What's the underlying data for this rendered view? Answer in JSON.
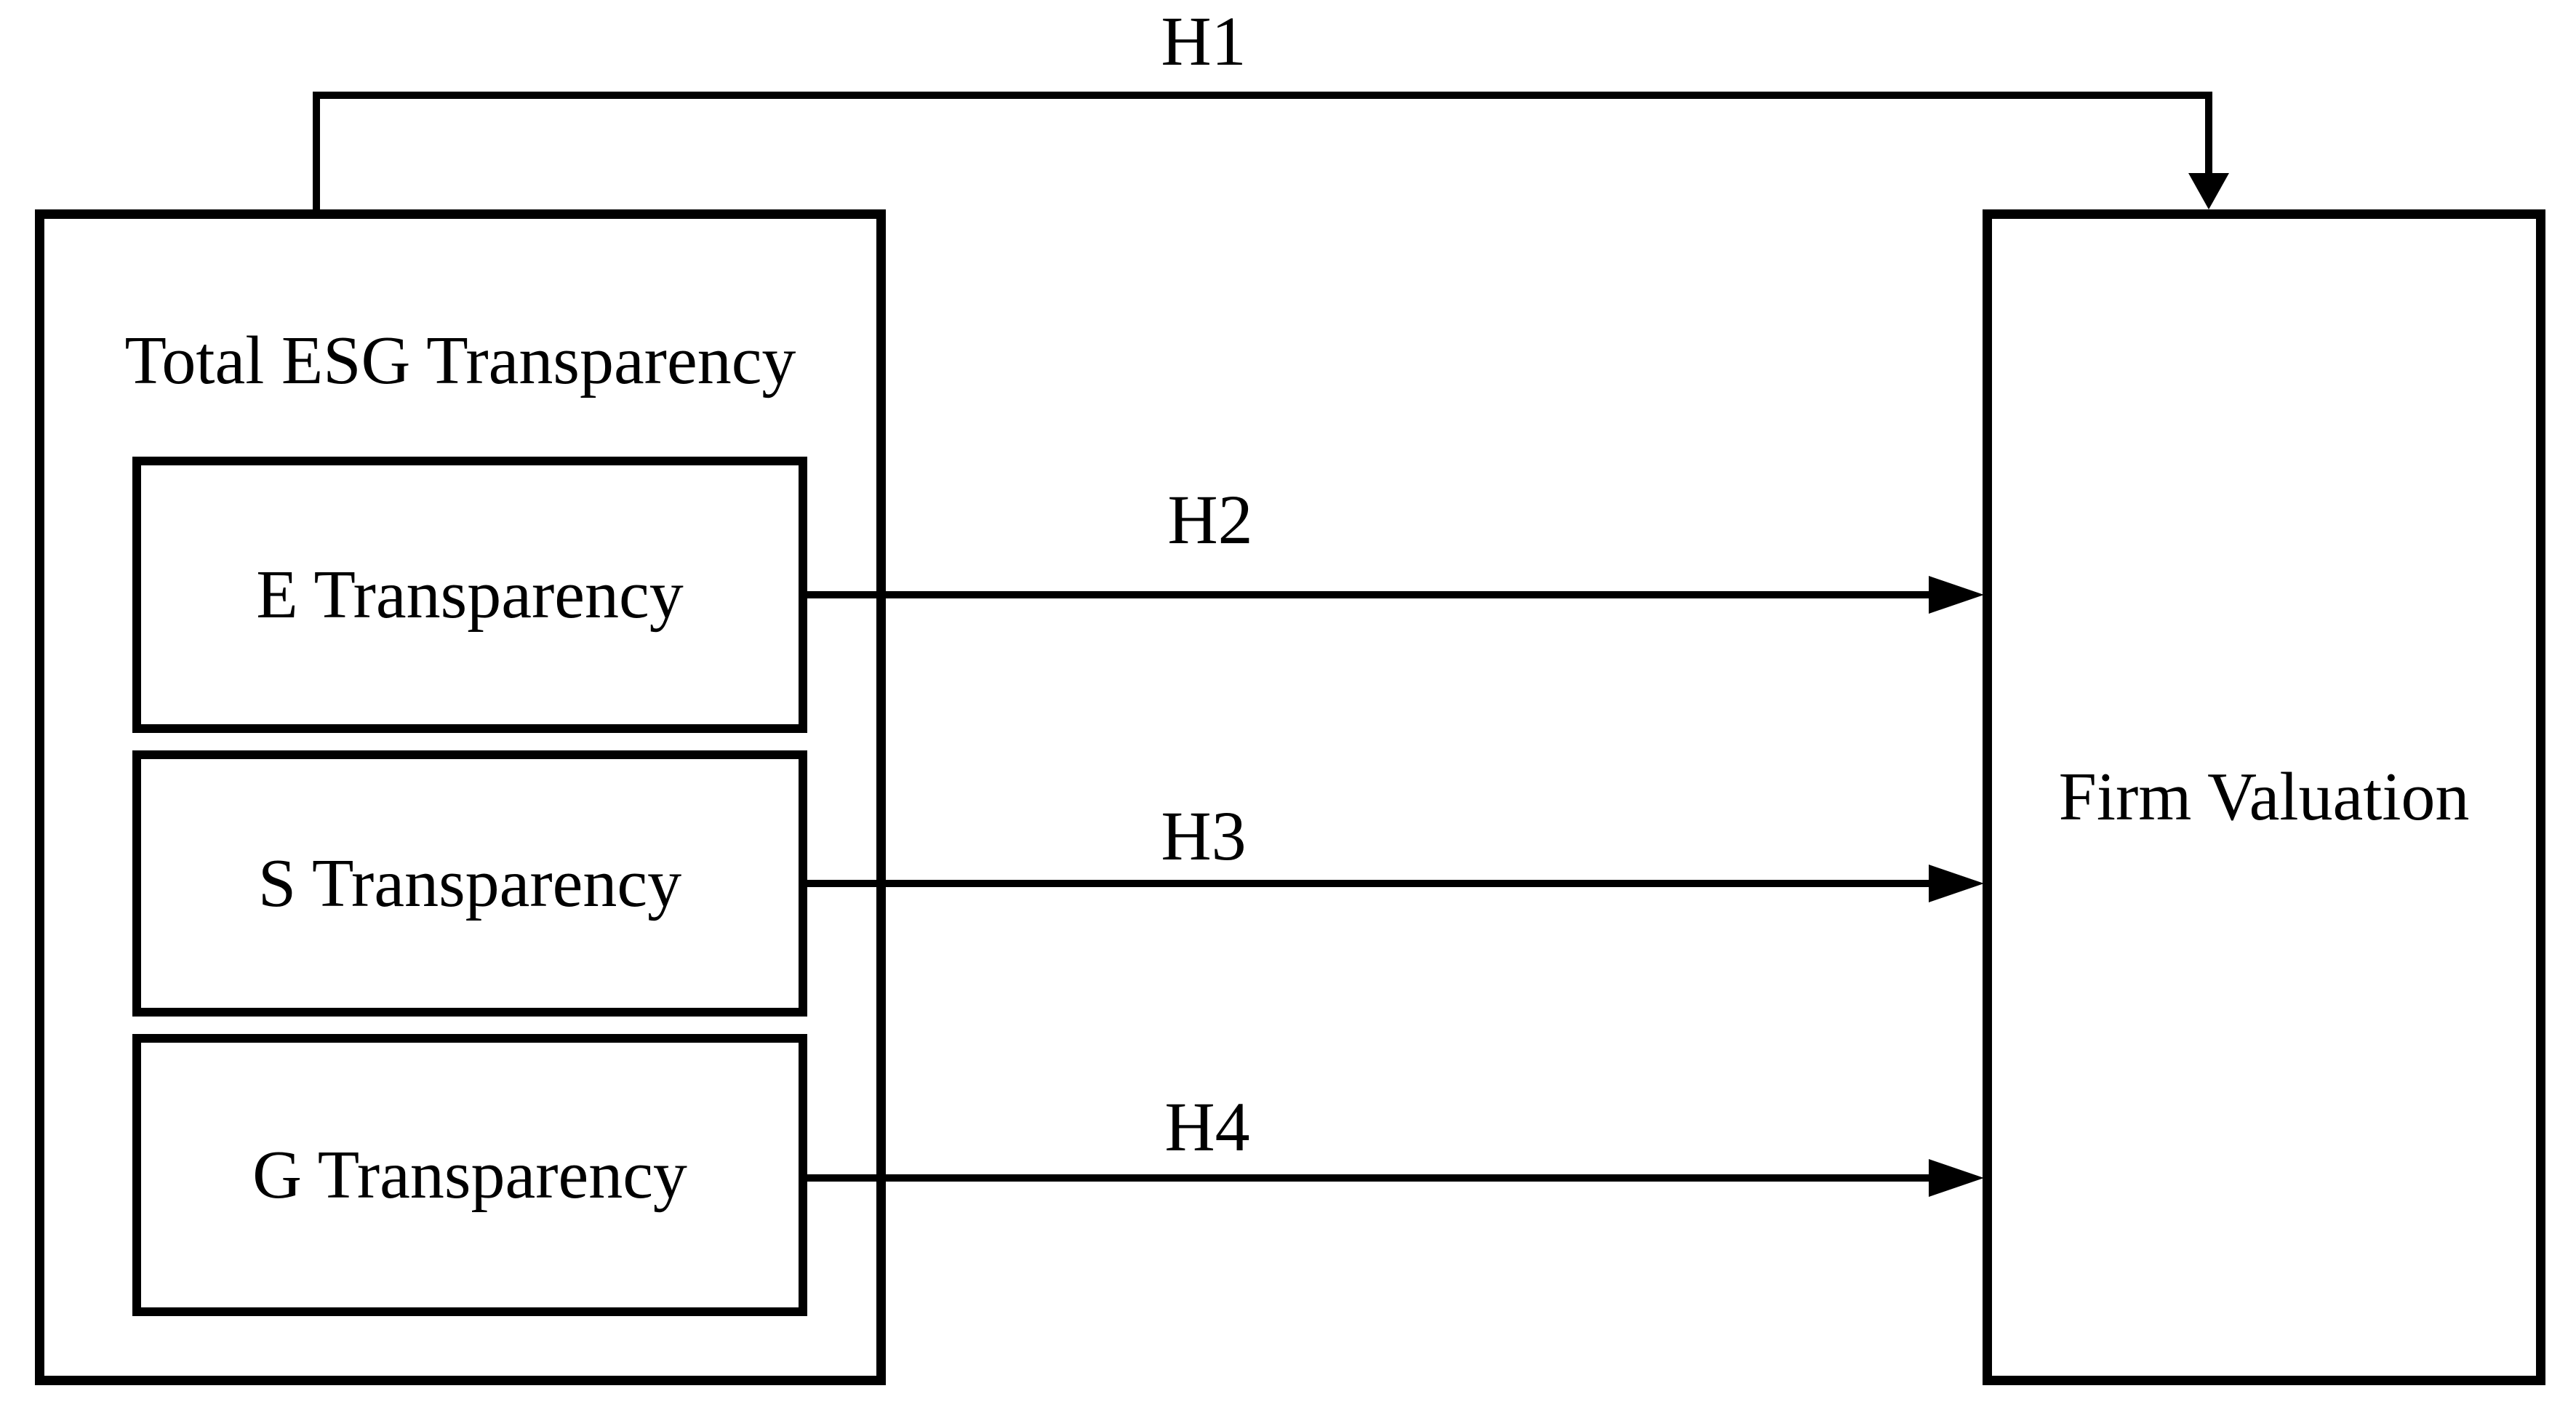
{
  "diagram": {
    "type": "hypothesis-model",
    "background_color": "#ffffff",
    "line_color": "#000000",
    "text_color": "#000000",
    "group_box": {
      "label": "Total ESG Transparency",
      "children": [
        {
          "label": "E Transparency"
        },
        {
          "label": "S Transparency"
        },
        {
          "label": "G Transparency"
        }
      ]
    },
    "outcome_box": {
      "label": "Firm Valuation"
    },
    "hypotheses": [
      {
        "label": "H1",
        "from": "Total ESG Transparency",
        "to": "Firm Valuation"
      },
      {
        "label": "H2",
        "from": "E Transparency",
        "to": "Firm Valuation"
      },
      {
        "label": "H3",
        "from": "S Transparency",
        "to": "Firm Valuation"
      },
      {
        "label": "H4",
        "from": "G Transparency",
        "to": "Firm Valuation"
      }
    ]
  }
}
